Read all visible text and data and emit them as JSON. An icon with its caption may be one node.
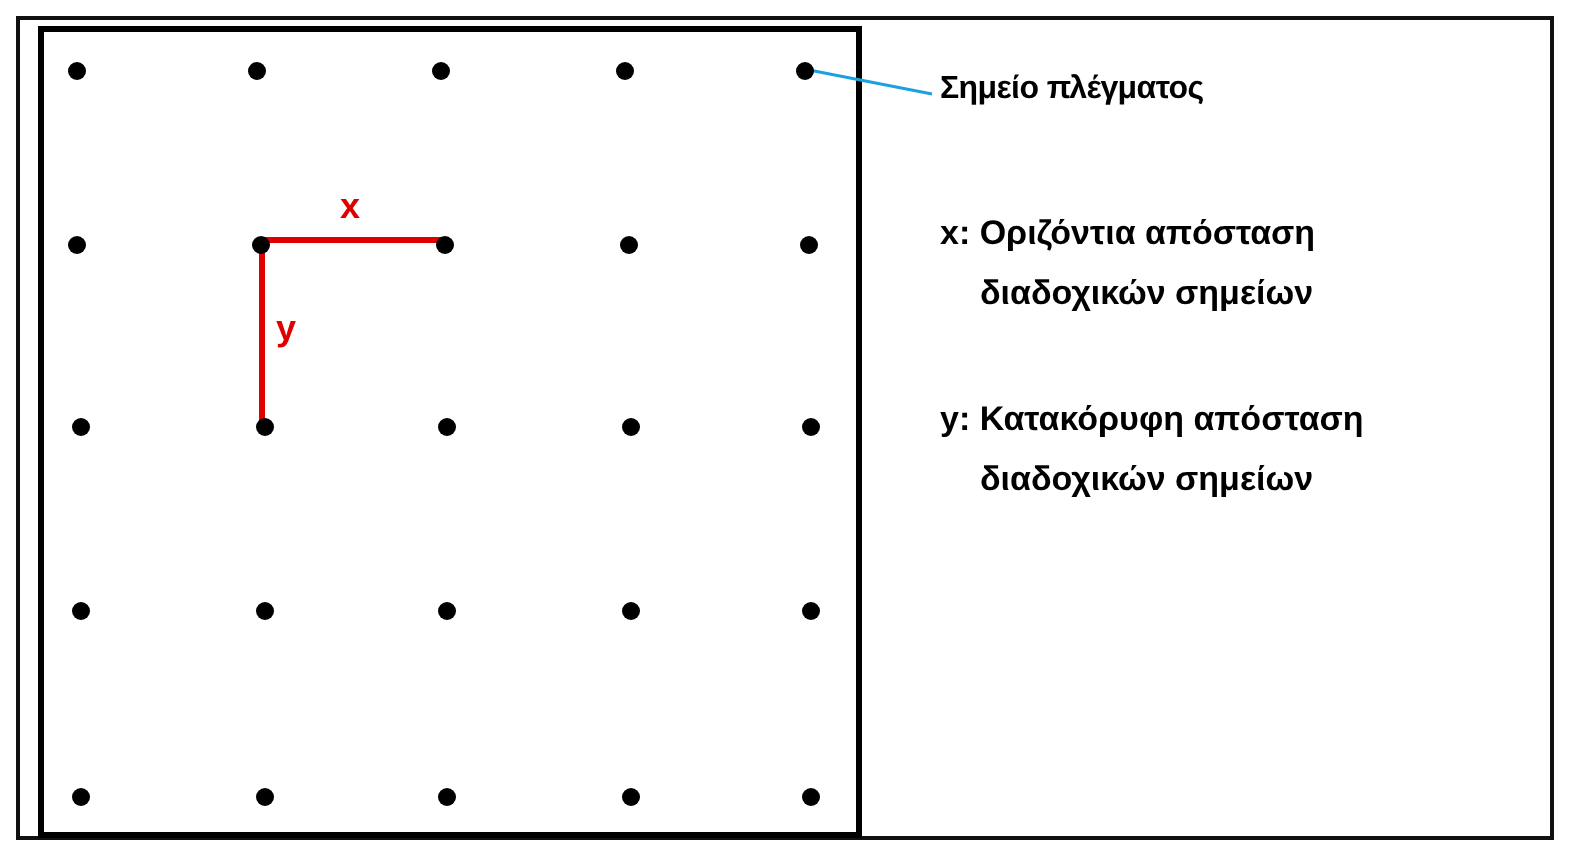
{
  "diagram": {
    "nodes": [
      {
        "text": [],
        "shape": "circle"
      },
      {
        "text": [],
        "shape": "circle"
      },
      {
        "text": [],
        "shape": "circle"
      },
      {
        "text": [],
        "shape": "circle"
      },
      {
        "text": [],
        "shape": "circle"
      },
      {
        "text": [],
        "shape": "circle"
      },
      {
        "text": [],
        "shape": "circle"
      },
      {
        "text": [],
        "shape": "circle"
      },
      {
        "text": [],
        "shape": "circle"
      },
      {
        "text": [],
        "shape": "circle"
      },
      {
        "text": [],
        "shape": "circle"
      },
      {
        "text": [],
        "shape": "circle"
      },
      {
        "text": [],
        "shape": "circle"
      },
      {
        "text": [],
        "shape": "circle"
      },
      {
        "text": [],
        "shape": "circle"
      },
      {
        "text": [],
        "shape": "circle"
      },
      {
        "text": [],
        "shape": "circle"
      },
      {
        "text": [],
        "shape": "circle"
      },
      {
        "text": [],
        "shape": "circle"
      },
      {
        "text": [],
        "shape": "circle"
      },
      {
        "text": [],
        "shape": "circle"
      },
      {
        "text": [],
        "shape": "circle"
      },
      {
        "text": [],
        "shape": "circle"
      },
      {
        "text": [],
        "shape": "circle"
      },
      {
        "text": [],
        "shape": "circle"
      },
      {
        "text": [
          "Σημείο πλέγματος"
        ]
      }
    ],
    "edges": [
      {
        "from": 25,
        "to": 4,
        "arrow": "none"
      }
    ],
    "labels": [
      "x",
      "y",
      "x: Οριζόντια απόσταση διαδοχικών σημείων",
      "y: Κατακόρυφη απόσταση διαδοχικών σημείων"
    ]
  }
}
